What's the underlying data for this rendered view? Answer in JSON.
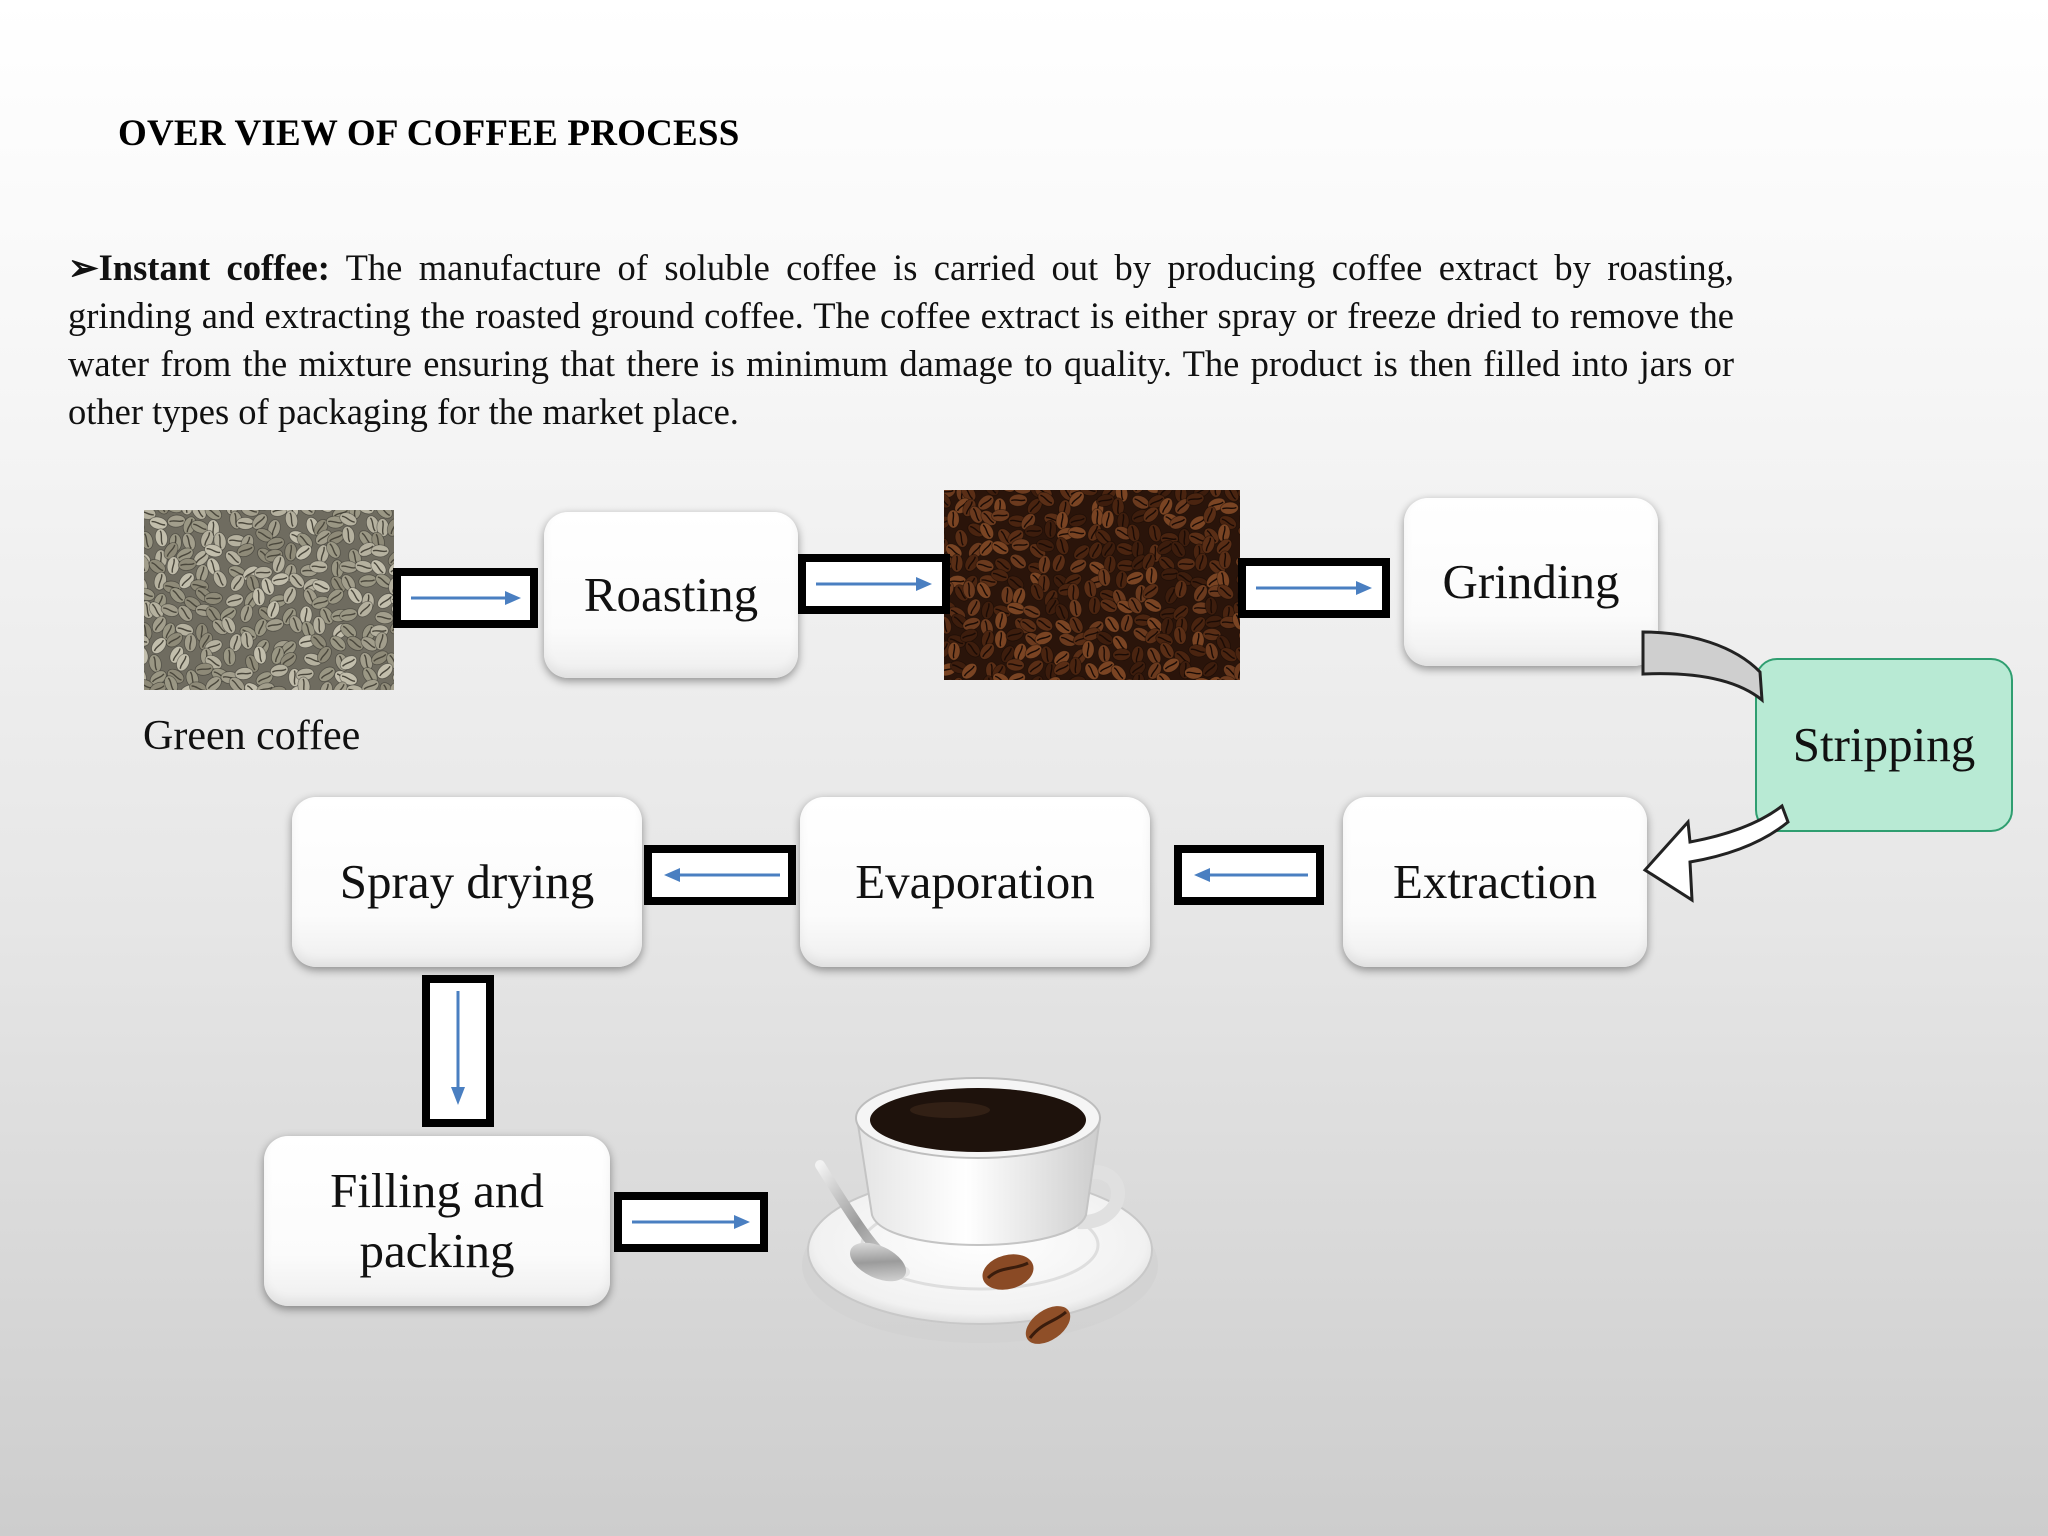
{
  "slide": {
    "title": "OVER VIEW OF COFFEE PROCESS",
    "intro_bullet": "➢",
    "intro_lead": "Instant coffee:",
    "intro_body": " The manufacture of soluble coffee is carried out by producing coffee extract by roasting, grinding and extracting the roasted ground coffee. The coffee extract is either spray or freeze dried to remove the water from the mixture ensuring that there is minimum damage to quality. The product is then filled into jars or other types of packaging for the market place."
  },
  "diagram": {
    "green_coffee_caption": "Green coffee",
    "steps": {
      "roasting": "Roasting",
      "grinding": "Grinding",
      "stripping": "Stripping",
      "extraction": "Extraction",
      "evaporation": "Evaporation",
      "spray_drying": "Spray drying",
      "filling_line1": "Filling and",
      "filling_line2": "packing"
    },
    "colors": {
      "arrow": "#4a7fc1",
      "stripping_fill": "#b8ead4",
      "stripping_border": "#2f9e70"
    }
  }
}
